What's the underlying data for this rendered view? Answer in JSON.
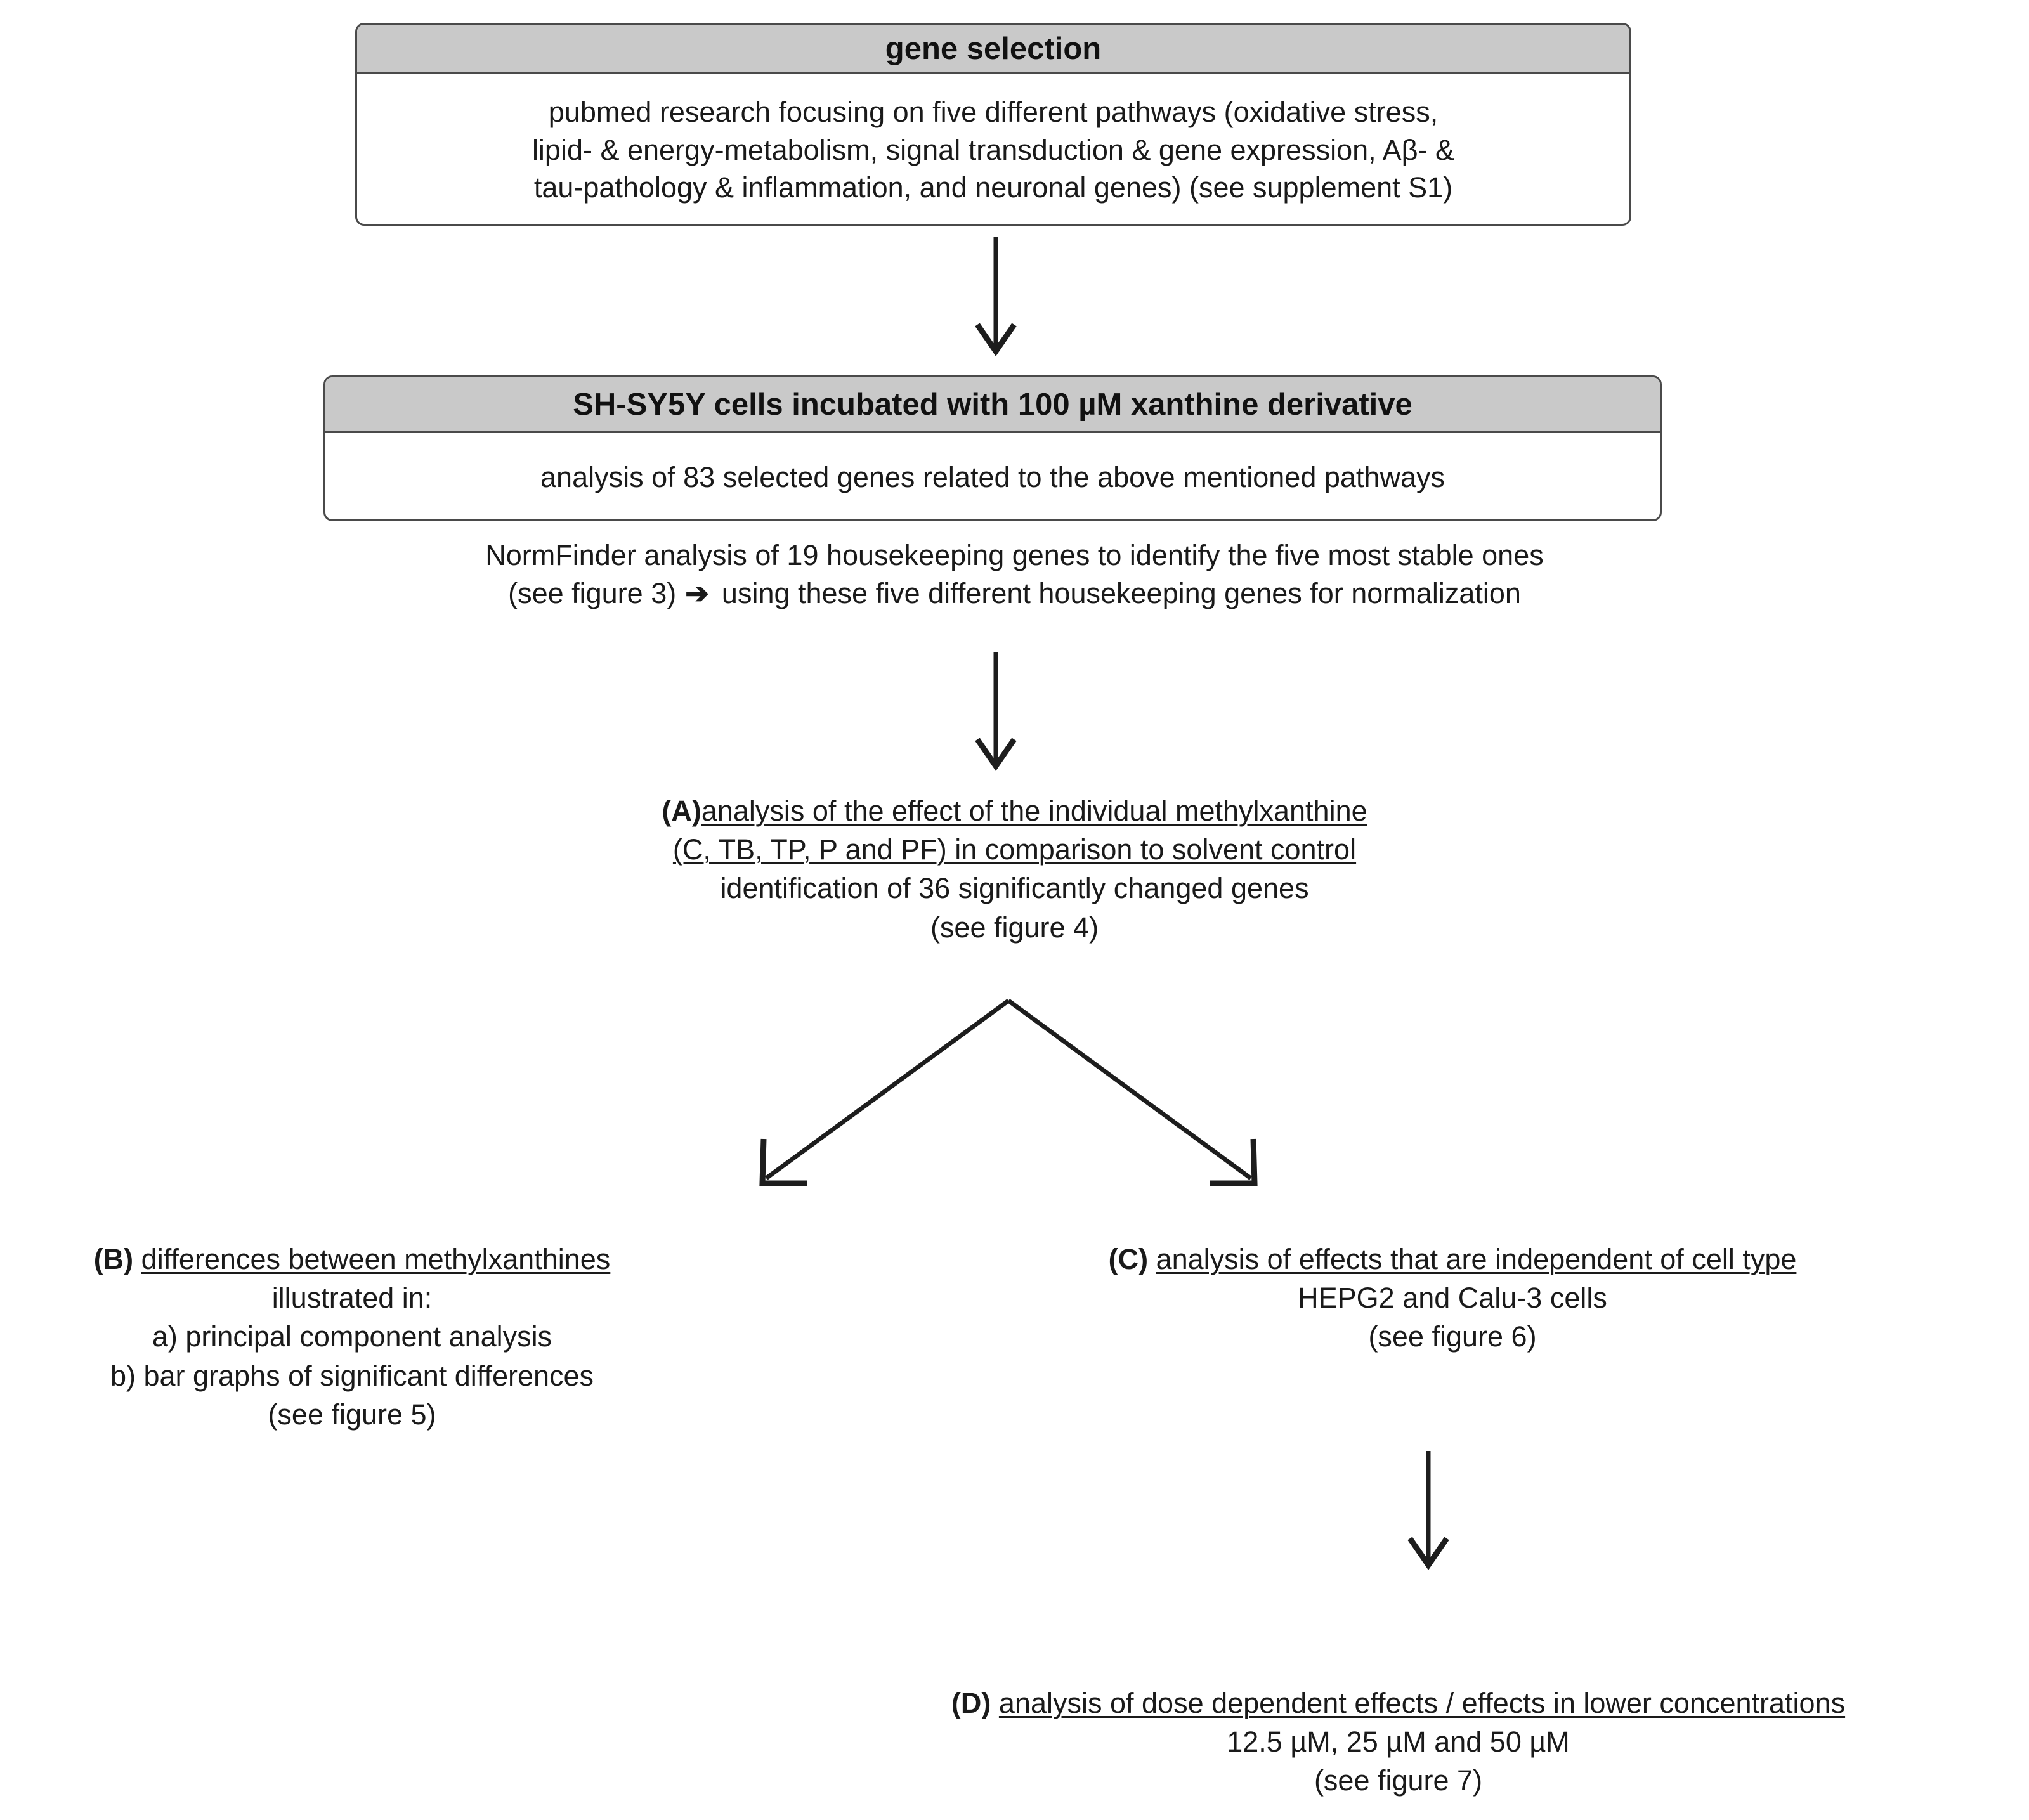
{
  "box1": {
    "header": "gene selection",
    "body_lines": [
      "pubmed research focusing on five different pathways (oxidative stress,",
      "lipid- & energy-metabolism, signal transduction & gene expression, Aβ- &",
      "tau-pathology & inflammation, and neuronal genes) (see supplement S1)"
    ]
  },
  "box2": {
    "header": "SH-SY5Y cells incubated with 100 µM xanthine derivative",
    "body_lines": [
      "analysis of 83 selected genes related to the above mentioned pathways"
    ]
  },
  "normfinder": {
    "line1": "NormFinder analysis of 19 housekeeping genes to identify the five most stable ones",
    "line2_a": "(see figure 3)",
    "line2_arrow": "➔",
    "line2_b": "using these five different housekeeping genes for normalization"
  },
  "stepA": {
    "label": "(A)",
    "line1": "analysis of the effect of the individual methylxanthine",
    "line2": "(C, TB, TP, P and PF) in comparison to solvent control",
    "line3": "identification of 36 significantly changed genes",
    "line4": "(see figure 4)"
  },
  "stepB": {
    "label": "(B)",
    "line1": "differences between methylxanthines",
    "line2": "illustrated in:",
    "line3": "a) principal component analysis",
    "line4": "b) bar graphs of significant differences",
    "line5": "(see figure 5)"
  },
  "stepC": {
    "label": "(C)",
    "line1": "analysis of effects that are independent of cell type",
    "line2": "HEPG2 and Calu-3 cells",
    "line3": "(see figure 6)"
  },
  "stepD": {
    "label": "(D)",
    "line1": "analysis of dose dependent effects / effects in lower concentrations",
    "line2": "12.5 µM, 25 µM and 50 µM",
    "line3": "(see figure 7)"
  },
  "colors": {
    "header_fill": "#c9c9c9",
    "border": "#4a4a4a",
    "arrow": "#1d1d1d",
    "text": "#1a1a1a",
    "background": "#ffffff"
  }
}
